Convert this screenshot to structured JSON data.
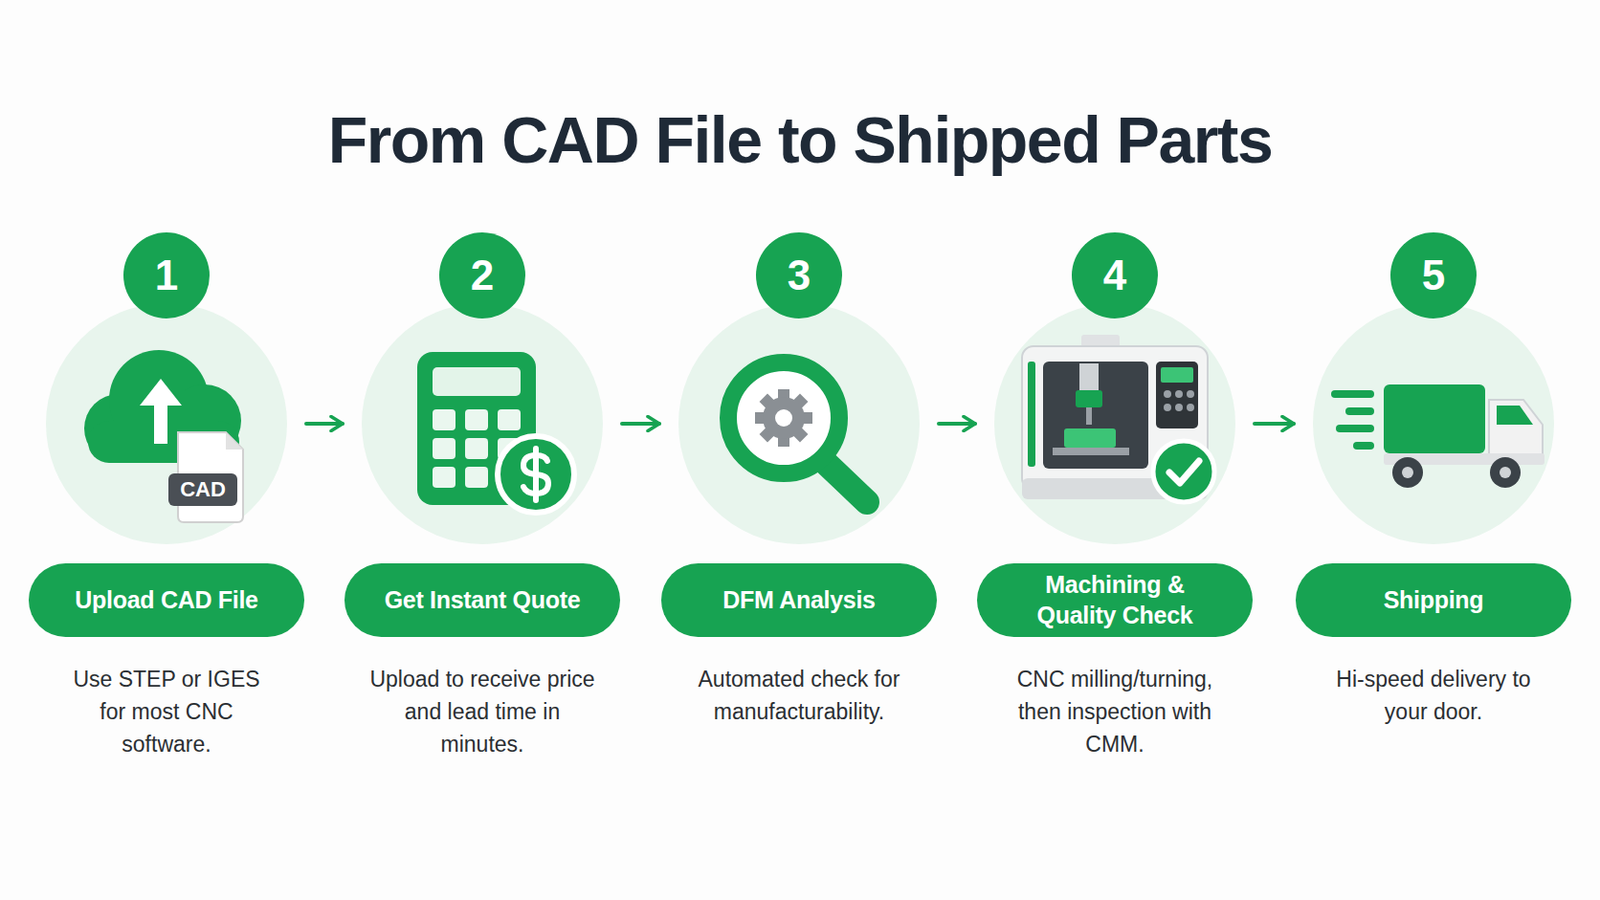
{
  "diagram": {
    "title": "From CAD File to Shipped Parts",
    "nodes": [
      {
        "text": [
          "1",
          "Upload CAD File",
          "Use STEP or IGES for most CNC software."
        ]
      },
      {
        "text": [
          "2",
          "Get Instant Quote",
          "Upload to receive price and lead time in minutes."
        ]
      },
      {
        "text": [
          "3",
          "DFM Analysis",
          "Automated check for manufacturability."
        ]
      },
      {
        "text": [
          "4",
          "Machining & Quality Check",
          "CNC milling/turning, then inspection with CMM."
        ]
      },
      {
        "text": [
          "5",
          "Shipping",
          "Hi-speed delivery to your door."
        ]
      }
    ],
    "edges": [
      {
        "from": 0,
        "to": 1,
        "arrow": "to"
      },
      {
        "from": 1,
        "to": 2,
        "arrow": "to"
      },
      {
        "from": 2,
        "to": 3,
        "arrow": "to"
      },
      {
        "from": 3,
        "to": 4,
        "arrow": "to"
      }
    ],
    "labels": [
      "CAD"
    ]
  }
}
